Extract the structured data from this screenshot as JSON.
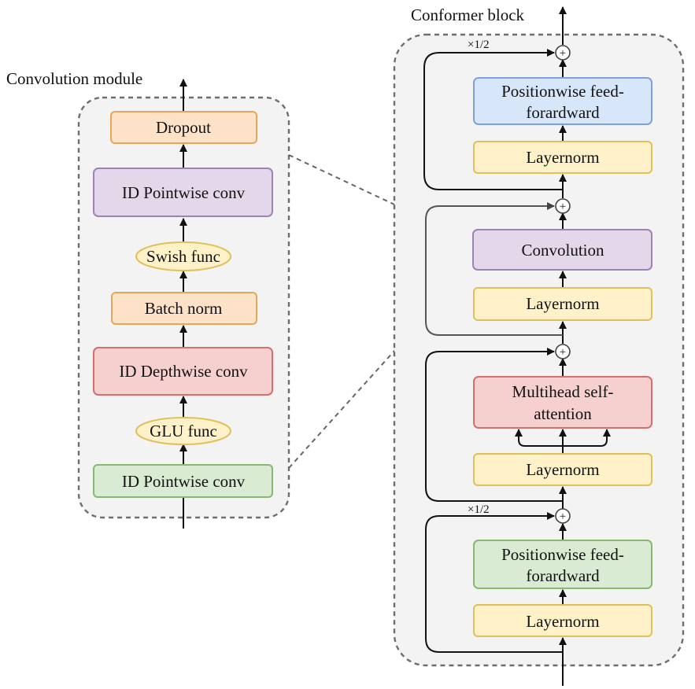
{
  "conv_module": {
    "title": "Convolution module",
    "dropout": "Dropout",
    "pointwise_top": "ID Pointwise conv",
    "swish": "Swish func",
    "batch_norm": "Batch norm",
    "depthwise": "ID Depthwise conv",
    "glu": "GLU func",
    "pointwise_bottom": "ID Pointwise conv"
  },
  "conformer": {
    "title": "Conformer block",
    "ff_top_line1": "Positionwise feed-",
    "ff_top_line2": "forardward",
    "layernorm_4": "Layernorm",
    "convolution": "Convolution",
    "layernorm_3": "Layernorm",
    "mhsa_line1": "Multihead self-",
    "mhsa_line2": "attention",
    "layernorm_2": "Layernorm",
    "ff_bottom_line1": "Positionwise feed-",
    "ff_bottom_line2": "forardward",
    "layernorm_1": "Layernorm",
    "half_top": "×1/2",
    "half_bottom": "×1/2",
    "plus": "+"
  },
  "colors": {
    "orange": "#fde2c8",
    "purple": "#e5d7ea",
    "red": "#f6cfcf",
    "green": "#d9ebd2",
    "yellow": "#fff2c9",
    "blue": "#d8e6fa"
  }
}
